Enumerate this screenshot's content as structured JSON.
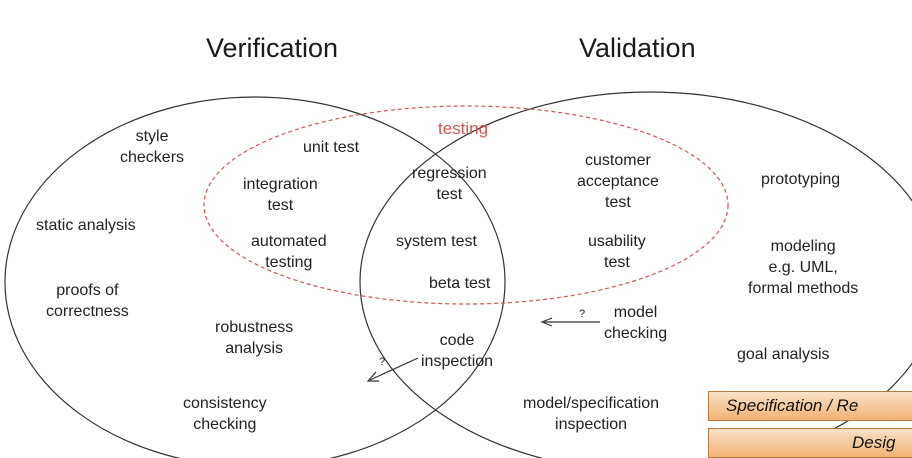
{
  "titles": {
    "verification": "Verification",
    "validation": "Validation"
  },
  "labels": {
    "testing": "testing",
    "style_checkers": [
      "style",
      "checkers"
    ],
    "unit_test": [
      "unit test"
    ],
    "integration_test": [
      "integration",
      "test"
    ],
    "static_analysis": [
      "static analysis"
    ],
    "automated_testing": [
      "automated",
      "testing"
    ],
    "proofs_of_correctness": [
      "proofs of",
      "correctness"
    ],
    "robustness_analysis": [
      "robustness",
      "analysis"
    ],
    "consistency_checking": [
      "consistency",
      "checking"
    ],
    "regression_test": [
      "regression",
      "test"
    ],
    "system_test": [
      "system test"
    ],
    "beta_test": [
      "beta test"
    ],
    "code_inspection": [
      "code",
      "inspection"
    ],
    "customer_acceptance_test": [
      "customer",
      "acceptance",
      "test"
    ],
    "usability_test": [
      "usability",
      "test"
    ],
    "model_checking": [
      "model",
      "checking"
    ],
    "prototyping": [
      "prototyping"
    ],
    "modeling": [
      "modeling",
      "e.g. UML,",
      "formal methods"
    ],
    "goal_analysis": [
      "goal analysis"
    ],
    "model_specification_inspection": [
      "model/specification",
      "inspection"
    ]
  },
  "arrows": {
    "question_mark": "?"
  },
  "overlay_bars": {
    "specification": "Specification / Re",
    "design": "Desig"
  },
  "colors": {
    "circle_stroke": "#333333",
    "testing_ellipse": "#d9534f",
    "testing_text": "#d9534f",
    "bar_fill_top": "#fbe2c6",
    "bar_fill_bottom": "#f2b274"
  }
}
